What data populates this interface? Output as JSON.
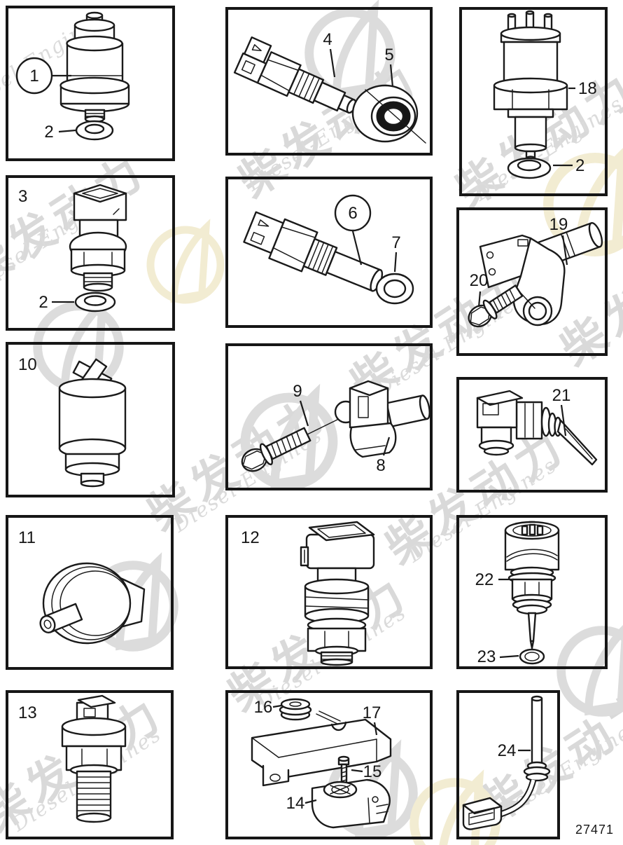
{
  "figure_number": "27471",
  "watermark": {
    "cn": "柴发动力",
    "en": "Diesel-Engines",
    "gray_color": "#d9d9d9",
    "yellow_color": "#f2ecd2"
  },
  "colors": {
    "line": "#1a1a1a",
    "border": "#161616",
    "background": "#ffffff"
  },
  "panels": [
    {
      "subject": "oil-pressure-sender-with-washer",
      "callouts": [
        {
          "label": "1",
          "style": "circled"
        },
        {
          "label": "2",
          "style": "plain"
        }
      ]
    },
    {
      "subject": "temperature-sensor-with-sleeve",
      "callouts": [
        {
          "label": "4",
          "style": "plain"
        },
        {
          "label": "5",
          "style": "plain"
        }
      ]
    },
    {
      "subject": "three-pin-switch-with-washer",
      "callouts": [
        {
          "label": "18",
          "style": "plain"
        },
        {
          "label": "2",
          "style": "plain"
        }
      ]
    },
    {
      "subject": "pressure-switch-with-washer",
      "callouts": [
        {
          "label": "3",
          "style": "corner"
        },
        {
          "label": "2",
          "style": "plain"
        }
      ]
    },
    {
      "subject": "coolant-temperature-sensor-with-seal-ring",
      "callouts": [
        {
          "label": "6",
          "style": "circled"
        },
        {
          "label": "7",
          "style": "plain"
        }
      ]
    },
    {
      "subject": "camshaft-position-sensor-with-flange-bolt",
      "callouts": [
        {
          "label": "19",
          "style": "plain"
        },
        {
          "label": "20",
          "style": "plain"
        }
      ]
    },
    {
      "subject": "cylindrical-sensor-cross-top",
      "callouts": [
        {
          "label": "10",
          "style": "corner"
        }
      ]
    },
    {
      "subject": "position-sensor-with-flange-bolt",
      "callouts": [
        {
          "label": "9",
          "style": "plain"
        },
        {
          "label": "8",
          "style": "plain"
        }
      ]
    },
    {
      "subject": "angled-connector-needle-probe-sensor",
      "callouts": [
        {
          "label": "21",
          "style": "plain"
        }
      ]
    },
    {
      "subject": "disc-sensor-with-stub-tube",
      "callouts": [
        {
          "label": "11",
          "style": "corner"
        }
      ]
    },
    {
      "subject": "threaded-pressure-sensor",
      "callouts": [
        {
          "label": "12",
          "style": "corner"
        }
      ]
    },
    {
      "subject": "speed-sensor-with-o-ring",
      "callouts": [
        {
          "label": "22",
          "style": "plain"
        },
        {
          "label": "23",
          "style": "plain"
        }
      ]
    },
    {
      "subject": "thermal-switch-long-thread",
      "callouts": [
        {
          "label": "13",
          "style": "corner"
        }
      ]
    },
    {
      "subject": "pressure-sensor-with-bracket-grommet-screw",
      "callouts": [
        {
          "label": "16",
          "style": "plain"
        },
        {
          "label": "17",
          "style": "plain"
        },
        {
          "label": "15",
          "style": "plain"
        },
        {
          "label": "14",
          "style": "plain"
        }
      ]
    },
    {
      "subject": "temperature-sender-with-cable-connector",
      "callouts": [
        {
          "label": "24",
          "style": "plain"
        }
      ]
    }
  ]
}
